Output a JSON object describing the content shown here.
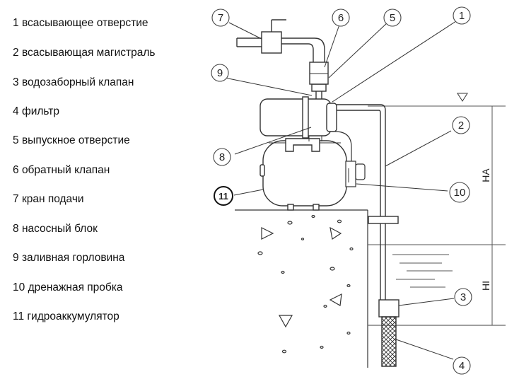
{
  "legend": {
    "items": [
      {
        "num": "1",
        "label": "всасывающее отверстие"
      },
      {
        "num": "2",
        "label": "всасывающая магистраль"
      },
      {
        "num": "3",
        "label": "водозаборный клапан"
      },
      {
        "num": "4",
        "label": "фильтр"
      },
      {
        "num": "5",
        "label": "выпускное отверстие"
      },
      {
        "num": "6",
        "label": "обратный клапан"
      },
      {
        "num": "7",
        "label": "кран подачи"
      },
      {
        "num": "8",
        "label": "насосный блок"
      },
      {
        "num": "9",
        "label": "заливная горловина"
      },
      {
        "num": "10",
        "label": "дренажная пробка"
      },
      {
        "num": "11",
        "label": "гидроаккумулятор"
      }
    ]
  },
  "callouts": {
    "c1": "1",
    "c2": "2",
    "c3": "3",
    "c4": "4",
    "c5": "5",
    "c6": "6",
    "c7": "7",
    "c8": "8",
    "c9": "9",
    "c10": "10",
    "c11": "11"
  },
  "dimensions": {
    "ha": "HA",
    "hi": "HI"
  },
  "colors": {
    "line": "#333333",
    "water": "#555555"
  }
}
